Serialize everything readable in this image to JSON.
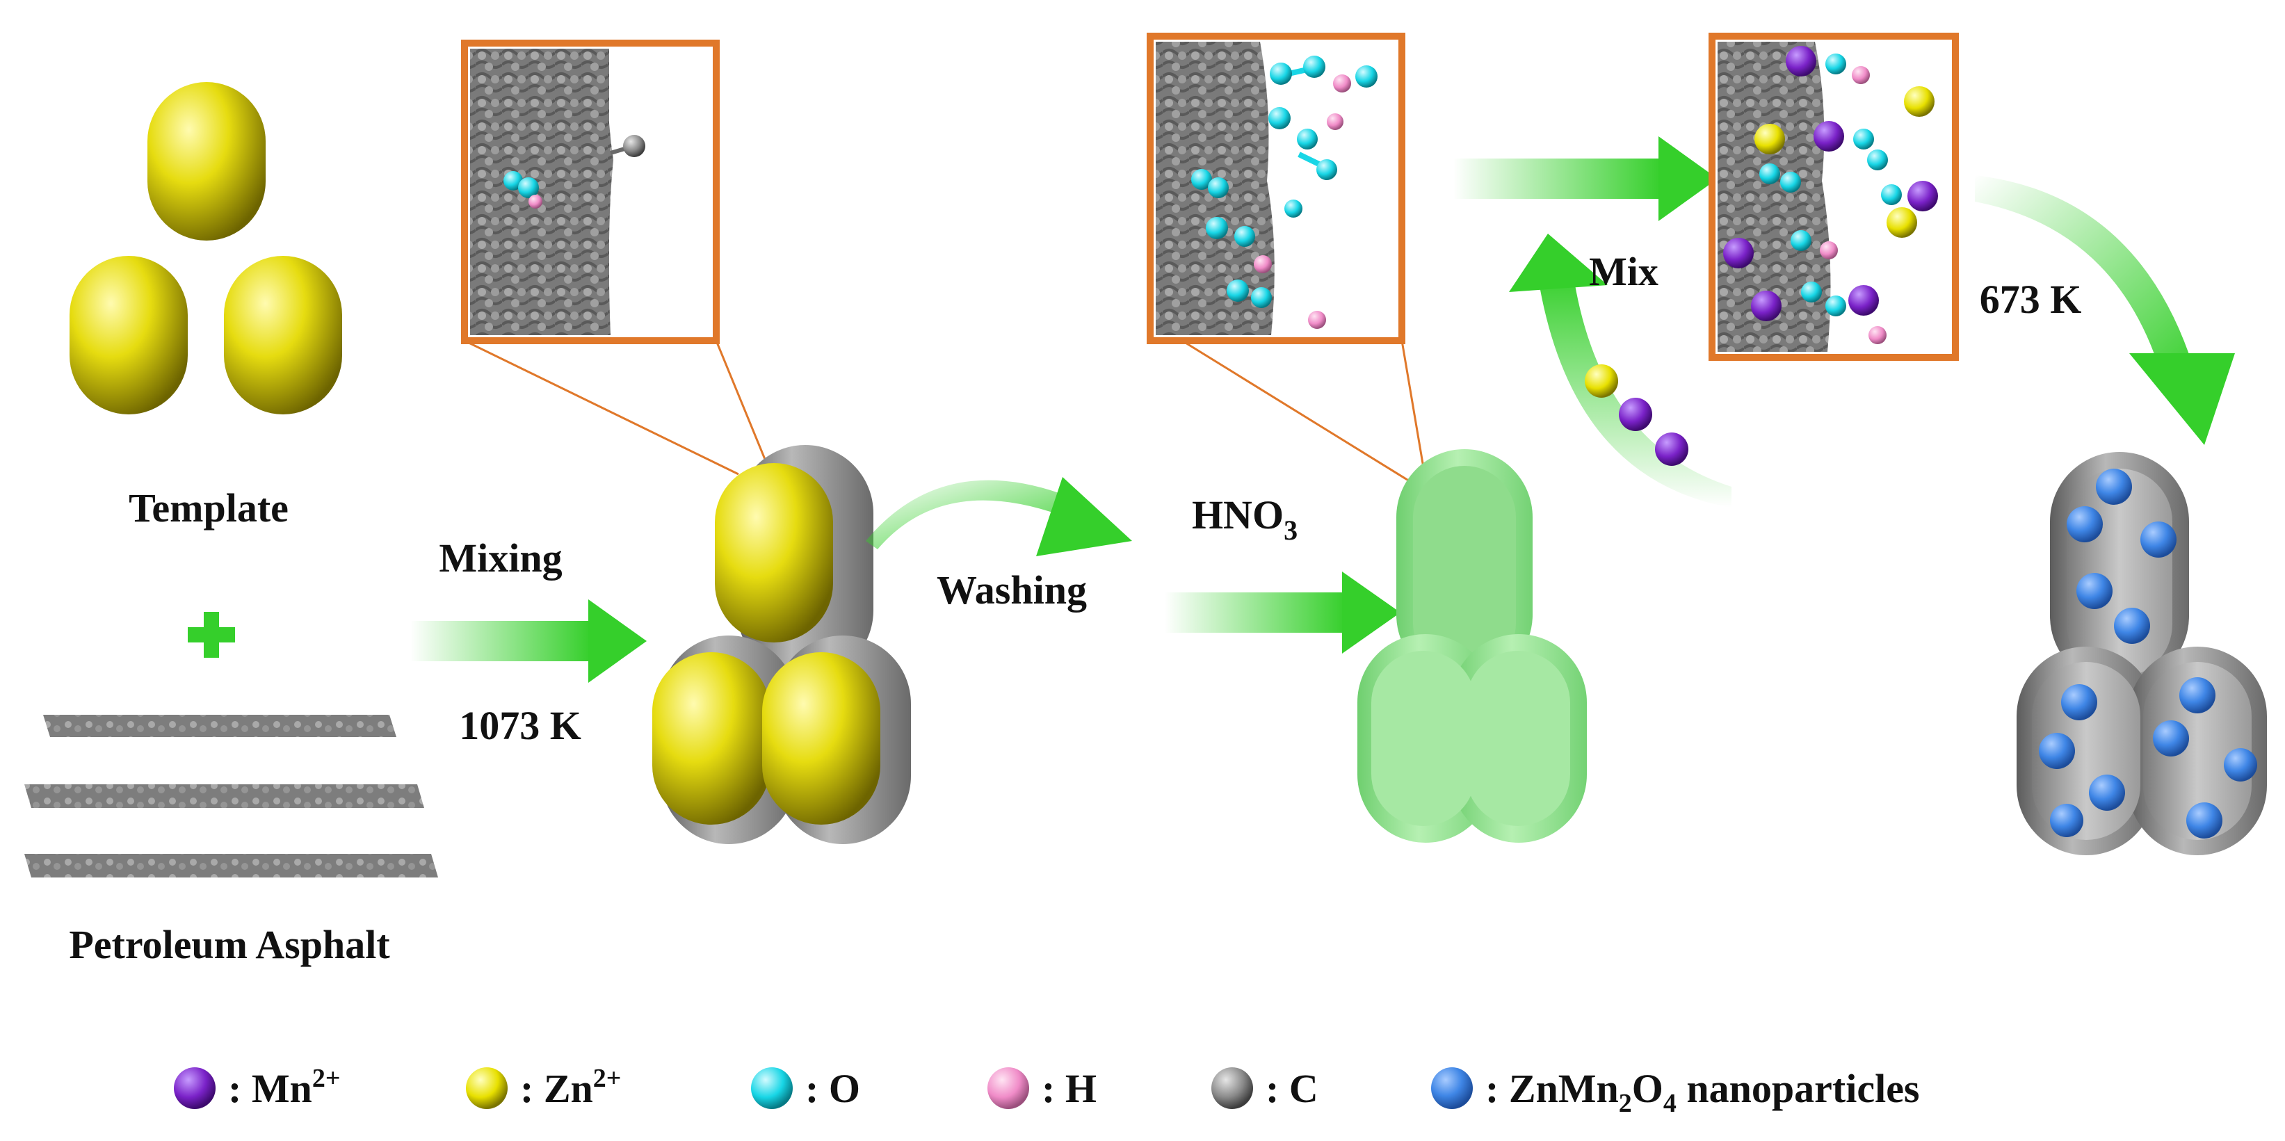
{
  "labels": {
    "template": "Template",
    "petroleum_asphalt": "Petroleum Asphalt",
    "mixing": "Mixing",
    "temp_1073": "1073 K",
    "washing": "Washing",
    "hno3_base": "HNO",
    "hno3_sub": "3",
    "mix": "Mix",
    "temp_673": "673 K"
  },
  "legend": [
    {
      "id": "mn",
      "color": "#7a22c8",
      "text": ": Mn",
      "sup": "2+",
      "sub": "",
      "tail": ""
    },
    {
      "id": "zn",
      "color": "#e8e000",
      "text": ": Zn",
      "sup": "2+",
      "sub": "",
      "tail": ""
    },
    {
      "id": "o",
      "color": "#18d6e6",
      "text": ": O",
      "sup": "",
      "sub": "",
      "tail": ""
    },
    {
      "id": "h",
      "color": "#f08cc8",
      "text": ": H",
      "sup": "",
      "sub": "",
      "tail": ""
    },
    {
      "id": "c",
      "color": "#8a8a8a",
      "text": ": C",
      "sup": "",
      "sub": "",
      "tail": ""
    },
    {
      "id": "znmn2o4",
      "color": "#3f86e6",
      "text": ": ZnMn",
      "sup": "",
      "sub": "2",
      "mid": "O",
      "sub2": "4",
      "tail": " nanoparticles"
    }
  ],
  "colors": {
    "template_yellow": "#e6dc10",
    "carbon_gray": "#8f8f8f",
    "hollow_green": "#9be39b",
    "arrow_green": "#35cf2b",
    "inset_border": "#e0782a",
    "nanoparticle_blue": "#3f86e6"
  }
}
